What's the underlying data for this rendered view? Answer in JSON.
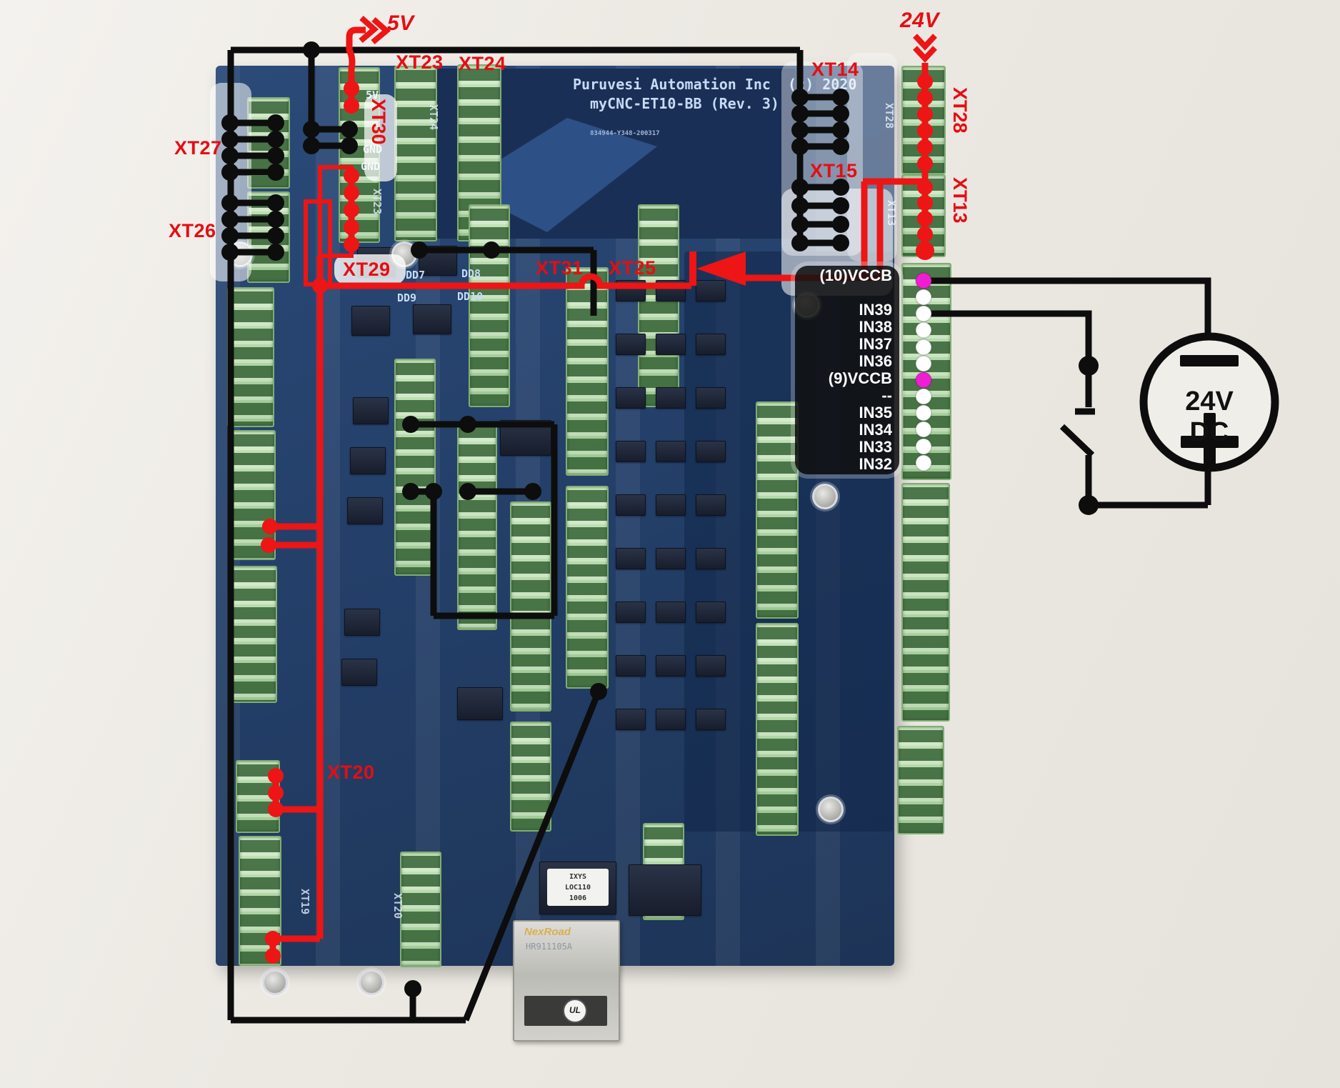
{
  "colors": {
    "background": "#ece9e3",
    "wire_black": "#0d0d0d",
    "wire_red": "#ed1515",
    "label_red": "#e60d13",
    "dot_magenta": "#f01ed2",
    "dot_white": "#ffffff",
    "board_blue": "#24406a",
    "connector_green": "#b9dcae"
  },
  "title_block": {
    "line1": "Puruvesi Automation Inc  (c) 2020",
    "line2": "myCNC-ET10-BB (Rev. 3)",
    "serial": "834944-Y348-200317"
  },
  "wire_labels": {
    "v5": "5V",
    "v24": "24V",
    "xt23": "XT23",
    "xt24": "XT24",
    "xt27": "XT27",
    "xt26": "XT26",
    "xt29": "XT29",
    "xt30": "XT30",
    "xt14": "XT14",
    "xt15": "XT15",
    "xt28": "XT28",
    "xt13": "XT13",
    "xt31": "XT31",
    "xt25": "XT25",
    "xt20": "XT20"
  },
  "io_panel": {
    "rows": [
      {
        "label": "(10)VCCB",
        "dot": "magenta"
      },
      {
        "label": "",
        "dot": "white"
      },
      {
        "label": "IN39",
        "dot": "white"
      },
      {
        "label": "IN38",
        "dot": "white"
      },
      {
        "label": "IN37",
        "dot": "white"
      },
      {
        "label": "IN36",
        "dot": "white"
      },
      {
        "label": "(9)VCCB",
        "dot": "magenta"
      },
      {
        "label": "--",
        "dot": "white"
      },
      {
        "label": "IN35",
        "dot": "white"
      },
      {
        "label": "IN34",
        "dot": "white"
      },
      {
        "label": "IN33",
        "dot": "white"
      },
      {
        "label": "IN32",
        "dot": "white"
      }
    ]
  },
  "power_source": {
    "label": "24V DC"
  },
  "silkscreen": {
    "dd7": "DD7",
    "dd8": "DD8",
    "dd9": "DD9",
    "dd10": "DD10",
    "xt19": "XT19",
    "xt20": "XT20",
    "xt23": "XT23",
    "xt24": "XT24",
    "xt28": "XT28",
    "xt13": "XT13",
    "v5": "5V",
    "gnd1": "GND",
    "gnd2": "GND",
    "eth_brand": "NexRoad",
    "eth_part": "HR911105A",
    "ul": "UL",
    "opto1": "IXYS",
    "opto2": "LOC110",
    "opto3": "1006"
  }
}
